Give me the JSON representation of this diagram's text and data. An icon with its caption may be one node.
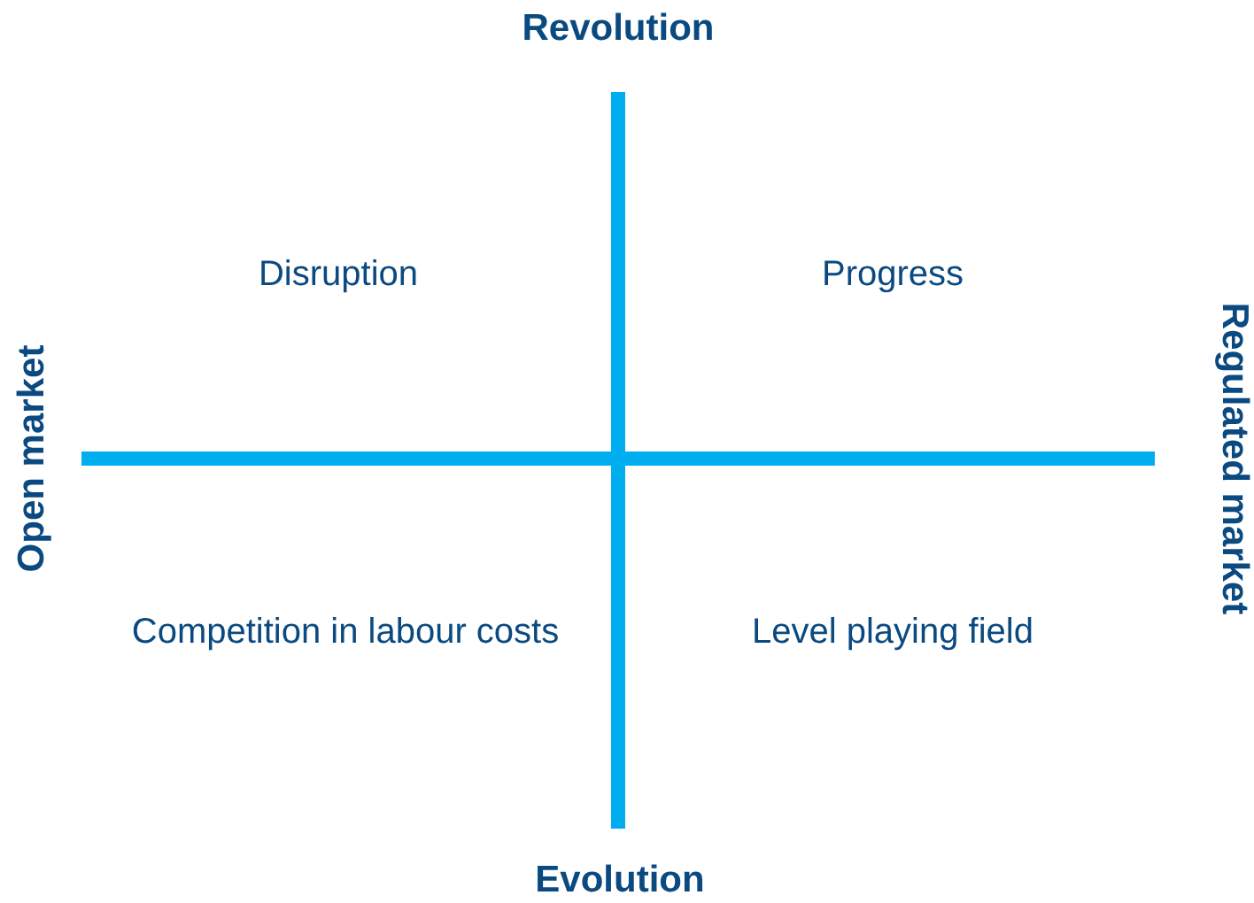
{
  "diagram": {
    "labels": [
      "Revolution",
      "Disruption",
      "Progress",
      "Open market",
      "Regulated market",
      "Competition in labour costs",
      "Level playing field",
      "Evolution"
    ]
  }
}
